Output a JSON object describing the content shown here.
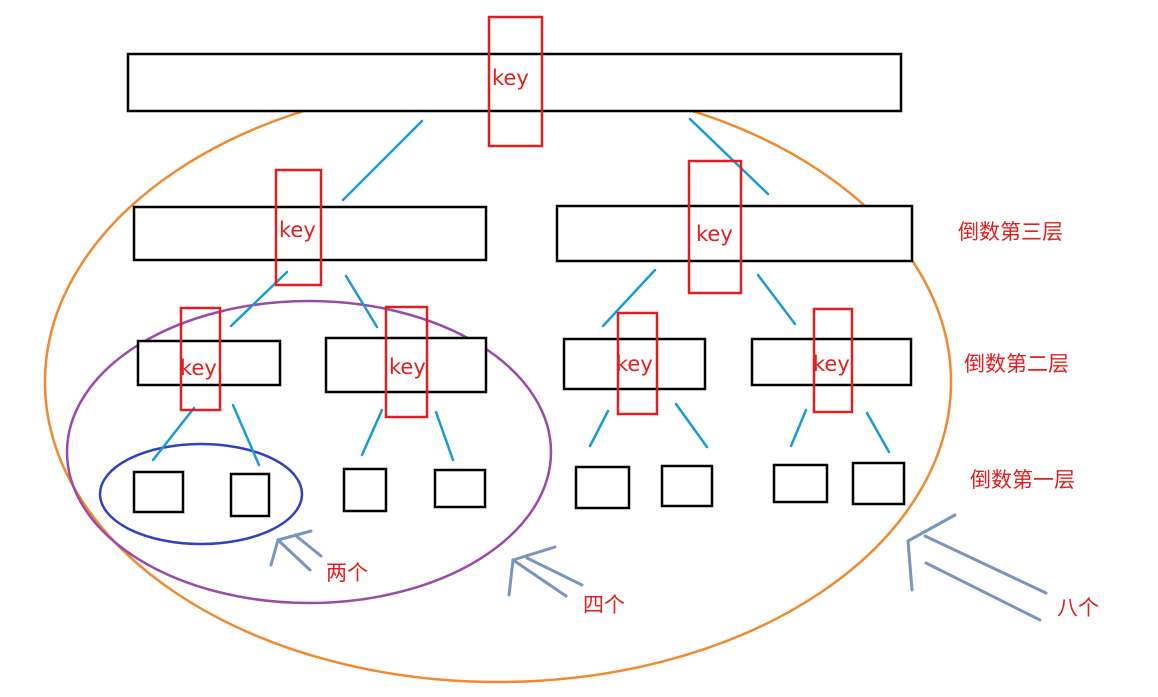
{
  "key_label": "key",
  "levels": {
    "third": "倒数第三层",
    "second": "倒数第二层",
    "first": "倒数第一层"
  },
  "counts": {
    "two": "两个",
    "four": "四个",
    "eight": "八个"
  },
  "colors": {
    "node_stroke": "#000000",
    "key_box": "#e02020",
    "edge": "#1a9ad6",
    "ring_small": "#3040c0",
    "ring_medium": "#9a4aa8",
    "ring_large": "#f08a30",
    "arrow": "#7a95bd"
  }
}
